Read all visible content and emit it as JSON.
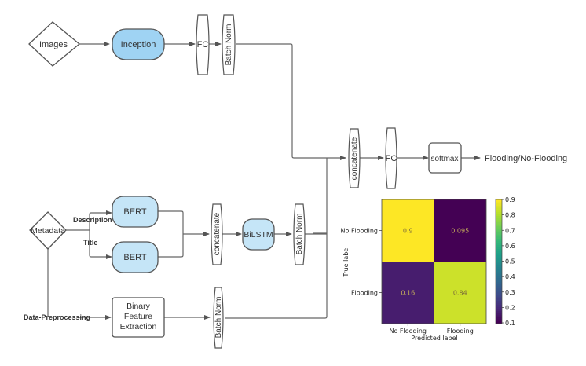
{
  "diagram": {
    "nodes": {
      "images": "Images",
      "inception": "Inception",
      "fc_top": "FC",
      "batchnorm_top": "Batch Norm",
      "metadata": "Metadata",
      "bert_desc": "BERT",
      "bert_title": "BERT",
      "concatenate_mid": "concatenate",
      "bilstm": "BiLSTM",
      "batchnorm_mid": "Batch Norm",
      "binary_feature_line1": "Binary",
      "binary_feature_line2": "Feature",
      "binary_feature_line3": "Extraction",
      "batchnorm_bottom": "Batch Norm",
      "concatenate_main": "concatenate",
      "fc_main": "FC",
      "softmax": "softmax",
      "output": "Flooding/No-Flooding"
    },
    "edge_labels": {
      "description": "Description",
      "title": "Title",
      "data_preprocessing": "Data-Preprocessing"
    },
    "colors": {
      "inception_fill": "#9fd3f3",
      "bert_fill": "#c5e5f7",
      "stroke": "#555555"
    }
  },
  "chart_data": {
    "type": "heatmap",
    "title": "",
    "xlabel": "Predicted label",
    "ylabel": "True label",
    "x_categories": [
      "No Flooding",
      "Flooding"
    ],
    "y_categories": [
      "No Flooding",
      "Flooding"
    ],
    "values": [
      [
        0.9,
        0.095
      ],
      [
        0.16,
        0.84
      ]
    ],
    "value_labels": [
      [
        "0.9",
        "0.095"
      ],
      [
        "0.16",
        "0.84"
      ]
    ],
    "colormap": "viridis",
    "colorbar": {
      "range": [
        0.095,
        0.9
      ],
      "ticks": [
        "0.1",
        "0.2",
        "0.3",
        "0.4",
        "0.5",
        "0.6",
        "0.7",
        "0.8",
        "0.9"
      ],
      "tick_values": [
        0.1,
        0.2,
        0.3,
        0.4,
        0.5,
        0.6,
        0.7,
        0.8,
        0.9
      ]
    }
  }
}
